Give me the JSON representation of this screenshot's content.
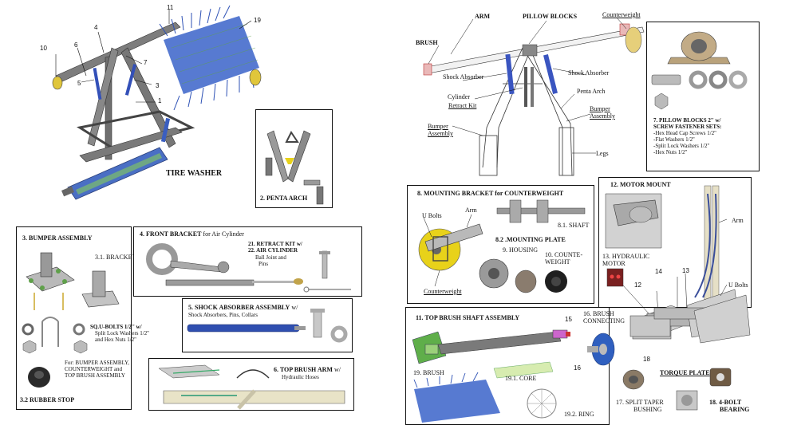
{
  "tire_washer": {
    "title": "TIRE WASHER",
    "callouts": [
      "10",
      "6",
      "5",
      "4",
      "7",
      "3",
      "1",
      "11",
      "19"
    ]
  },
  "penta_arch": {
    "title": "2. PENTA ARCH"
  },
  "bumper_assembly": {
    "title": "3. BUMPER ASSEMBLY",
    "bracket": "3.1. BRACKET",
    "sq_ubolts": [
      "SQ.U-BOLTS 1/2'' w/",
      "Split Lock Washers 1/2''",
      "and Hex Nuts 1/2''"
    ],
    "for_note": [
      "For: BUMPER ASSEMBLY,",
      "COUNTERWEIGHT and",
      "TOP BRUSH ASSEMBLY"
    ],
    "rubber_stop": "3.2  RUBBER STOP"
  },
  "front_bracket": {
    "title_bold": "4. FRONT BRACKET",
    "title_rest": " for Air Cylinder",
    "retract": [
      "21. RETRACT KIT w/",
      "22. AIR CYLINDER",
      "Ball Joint and",
      "Pins"
    ]
  },
  "shock_absorber": {
    "title_bold": "5. SHOCK ABSORBER ASSEMBLY",
    "title_rest": " w/",
    "sub": "Shock Absorbers, Pins, Collars"
  },
  "top_brush_arm": {
    "title_bold": "6. TOP BRUSH ARM",
    "title_rest": " w/",
    "sub": "Hydraulic Hoses"
  },
  "side_view": {
    "arm": "ARM",
    "pillow_blocks": "PILLOW BLOCKS",
    "counterweight": "Counterweight",
    "brush": "BRUSH",
    "shock_left": "Shock Absorber",
    "shock_right": "Shock Absorber",
    "cylinder": "Cylinder",
    "retract_kit": "Retract Kit",
    "penta_arch": "Penta Arch",
    "bumper_right": [
      "Bumper",
      "Assembly"
    ],
    "bumper_left": [
      "Bumper",
      "Assembly"
    ],
    "legs": "Legs"
  },
  "pillow_blocks_box": {
    "lines": [
      "7. PILLOW BLOCKS 2'' w/",
      "SCREW FASTENER SETS:",
      "-Hex Head Cap Screws 1/2''",
      "-Flat Washers 1/2''",
      "-Split Lock Washers 1/2''",
      "-Hex Nuts 1/2''"
    ]
  },
  "mounting_bracket": {
    "title": "8. MOUNTING BRACKET for COUNTERWEIGHT",
    "u_bolts": "U Bolts",
    "arm": "Arm",
    "shaft": "8.1. SHAFT",
    "plate": "8.2 .MOUNTING PLATE",
    "housing": "9. HOUSING",
    "counterweight_part": [
      "10. COUNTE-",
      "WEIGHT"
    ],
    "counterweight": "Counterweight"
  },
  "motor_mount": {
    "title": "12. MOTOR MOUNT",
    "arm": "Arm",
    "hydraulic_motor": [
      "13. HYDRAULIC",
      "MOTOR"
    ],
    "u_bolts": "U Bolts",
    "n12": "12",
    "n14": "14",
    "n13": "13",
    "n18": "18",
    "torque_plate": "TORQUE PLATE",
    "split_taper": [
      "17. SPLIT TAPER",
      "BUSHING"
    ],
    "bearing": [
      "18.  4-BOLT",
      "BEARING"
    ]
  },
  "top_brush_shaft": {
    "title": "11. TOP BRUSH SHAFT ASSEMBLY",
    "n15": "15",
    "n16": "16",
    "brush_connecting": [
      "16.  BRUSH",
      "CONNECTING"
    ],
    "brush": "19.  BRUSH",
    "core": "19.1. CORE",
    "ring": "19.2.  RING"
  },
  "colors": {
    "brush_blue": "#3a63c9",
    "metal_gray": "#8c8c8c",
    "cylinder_blue": "#2f4fb0",
    "yellow": "#e8d21a",
    "green": "#5fa04a"
  }
}
